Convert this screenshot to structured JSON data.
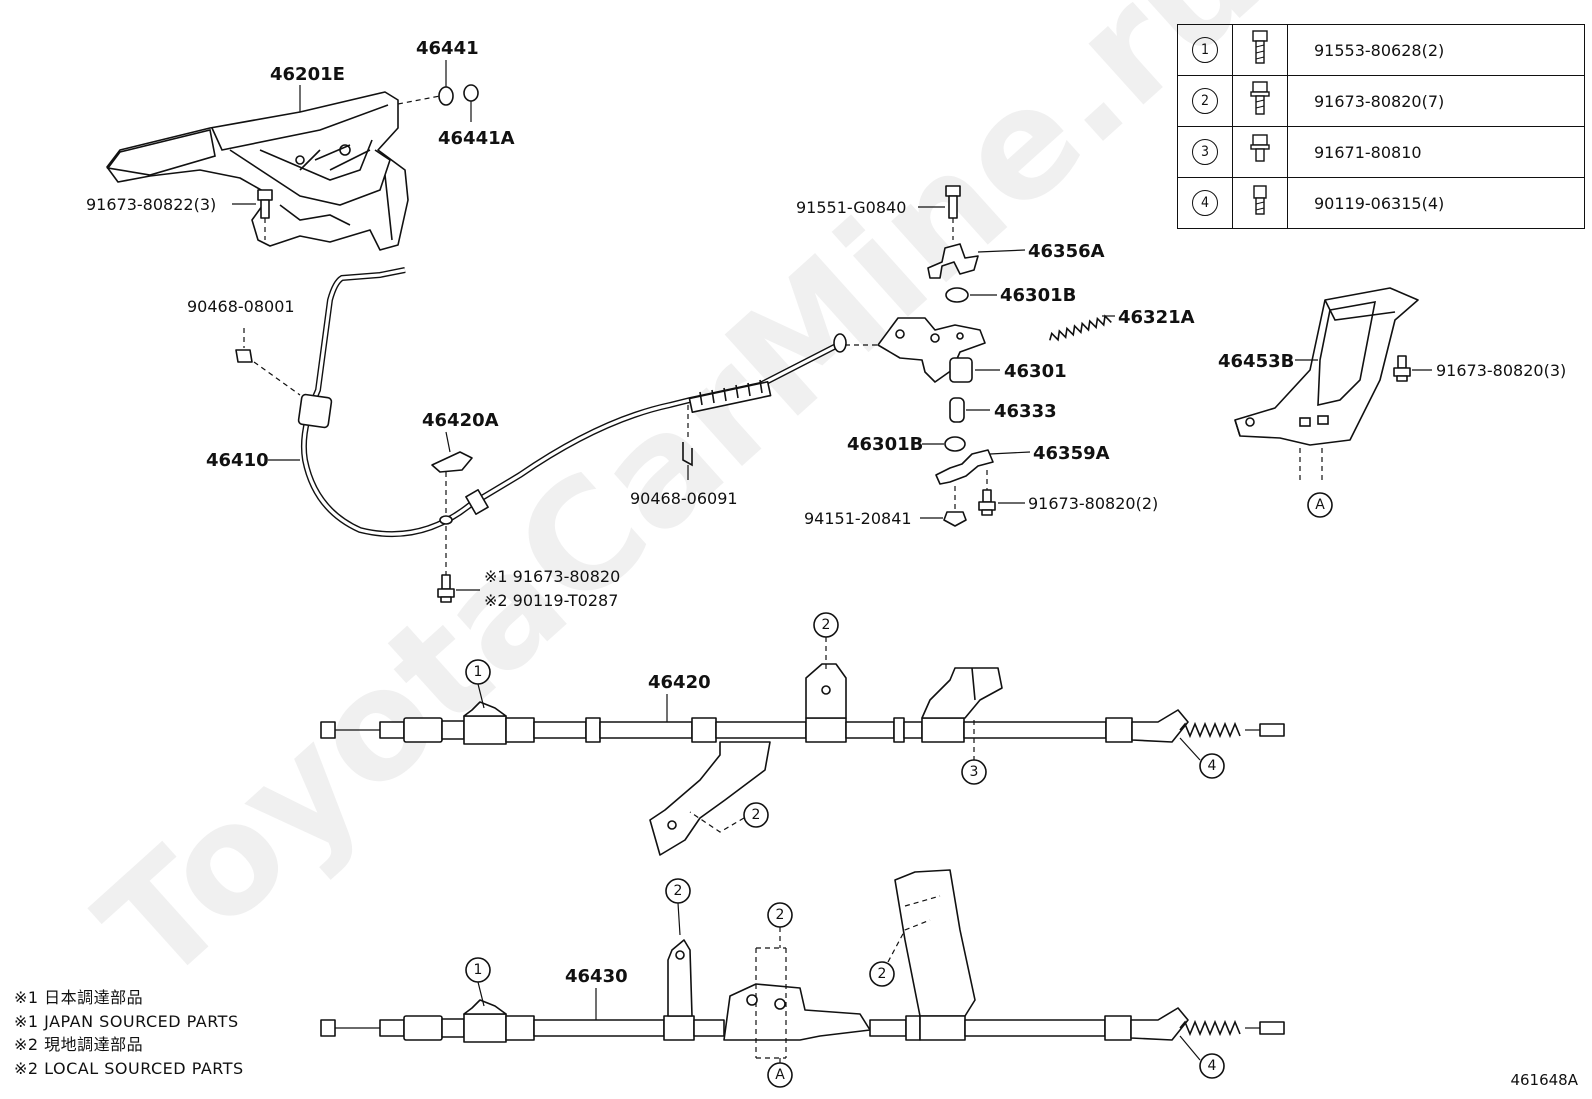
{
  "labels": {
    "p46201E": "46201E",
    "p46441": "46441",
    "p46441A": "46441A",
    "p91673_80822": "91673-80822(3)",
    "p90468_08001": "90468-08001",
    "p46410": "46410",
    "p46420A": "46420A",
    "p91673_80820_x1": "※1 91673-80820",
    "p90119_T0287_x2": "※2 90119-T0287",
    "p90468_06091": "90468-06091",
    "p91551_G0840": "91551-G0840",
    "p46356A": "46356A",
    "p46301B_top": "46301B",
    "p46321A": "46321A",
    "p46301": "46301",
    "p46333": "46333",
    "p46301B_mid": "46301B",
    "p46359A": "46359A",
    "p91673_80820_2": "91673-80820(2)",
    "p94151_20841": "94151-20841",
    "p46453B": "46453B",
    "p91673_80820_3": "91673-80820(3)",
    "p46420": "46420",
    "p46430": "46430"
  },
  "callouts": {
    "one": "1",
    "two": "2",
    "three": "3",
    "four": "4",
    "A": "A"
  },
  "fastener_table": [
    {
      "ref": "1",
      "part": "91553-80628(2)"
    },
    {
      "ref": "2",
      "part": "91673-80820(7)"
    },
    {
      "ref": "3",
      "part": "91671-80810"
    },
    {
      "ref": "4",
      "part": "90119-06315(4)"
    }
  ],
  "notes": [
    "※1 日本調達部品",
    "※1 JAPAN SOURCED PARTS",
    "※2 現地調達部品",
    "※2 LOCAL SOURCED PARTS"
  ],
  "drawing_code": "461648A",
  "watermark": "ToyotaCarMine.ru"
}
